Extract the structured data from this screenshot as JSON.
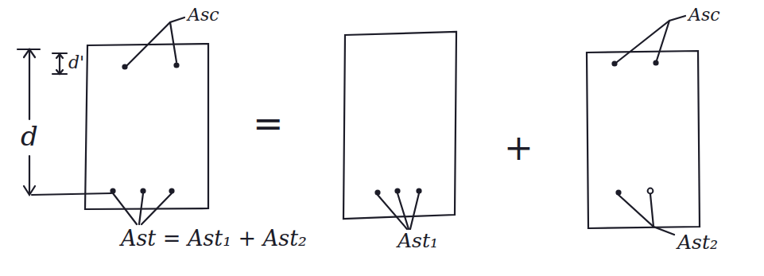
{
  "diagram": {
    "labels": [
      "Asc",
      "d'",
      "d",
      "Ast = Ast₁ + Ast₂",
      "=",
      "Ast₁",
      "+",
      "Asc",
      "Ast₂"
    ]
  }
}
